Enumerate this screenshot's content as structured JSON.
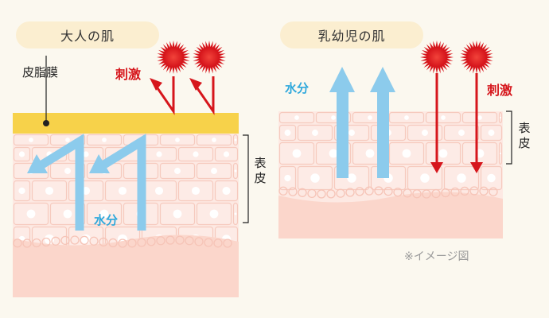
{
  "adult": {
    "title": "大人の肌",
    "sebum_label": "皮脂膜",
    "stimulus_label": "刺激",
    "moisture_label": "水分",
    "epidermis_label": "表皮"
  },
  "infant": {
    "title": "乳幼児の肌",
    "stimulus_label": "刺激",
    "moisture_label": "水分",
    "epidermis_label": "表皮"
  },
  "note": "※イメージ図",
  "colors": {
    "background": "#fbf8ef",
    "pill": "#fbeed0",
    "skin": "#fde9e3",
    "cell": "#fbd9d0",
    "sebum": "#f7d24a",
    "stimulus_red": "#d6161c",
    "moisture_blue": "#8ccbec"
  }
}
